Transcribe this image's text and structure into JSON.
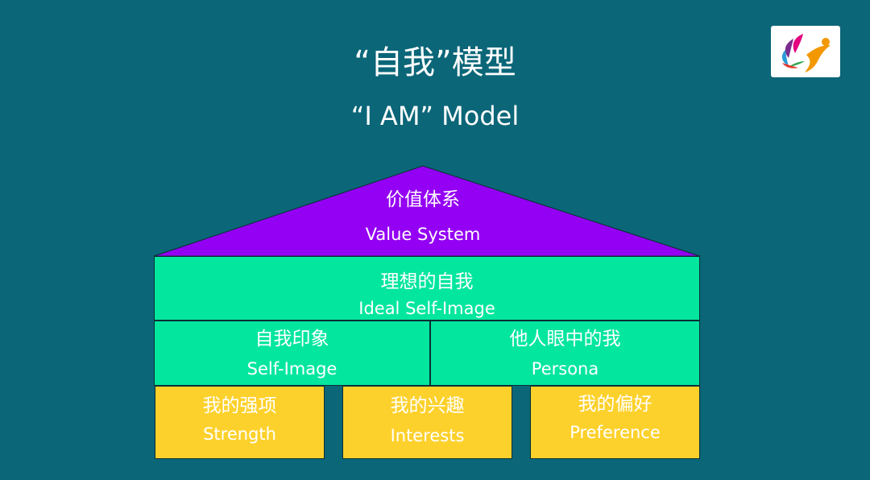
{
  "title": {
    "chinese": "“自我”模型",
    "english": "“I AM” Model"
  },
  "logo": {
    "icon": "colorful-person-leaves-logo"
  },
  "colors": {
    "background": "#0b6678",
    "roof": "#9400f4",
    "middle_tiers": "#03e69e",
    "foundation": "#fdd12c"
  },
  "model": {
    "roof": {
      "cn": "价值体系",
      "en": "Value System"
    },
    "ideal": {
      "cn": "理想的自我",
      "en": "Ideal Self-Image"
    },
    "self_image": {
      "cn": "自我印象",
      "en": "Self-Image"
    },
    "persona": {
      "cn": "他人眼中的我",
      "en": "Persona"
    },
    "foundations": [
      {
        "cn": "我的强项",
        "en": "Strength"
      },
      {
        "cn": "我的兴趣",
        "en": "Interests"
      },
      {
        "cn": "我的偏好",
        "en": "Preference"
      }
    ]
  }
}
